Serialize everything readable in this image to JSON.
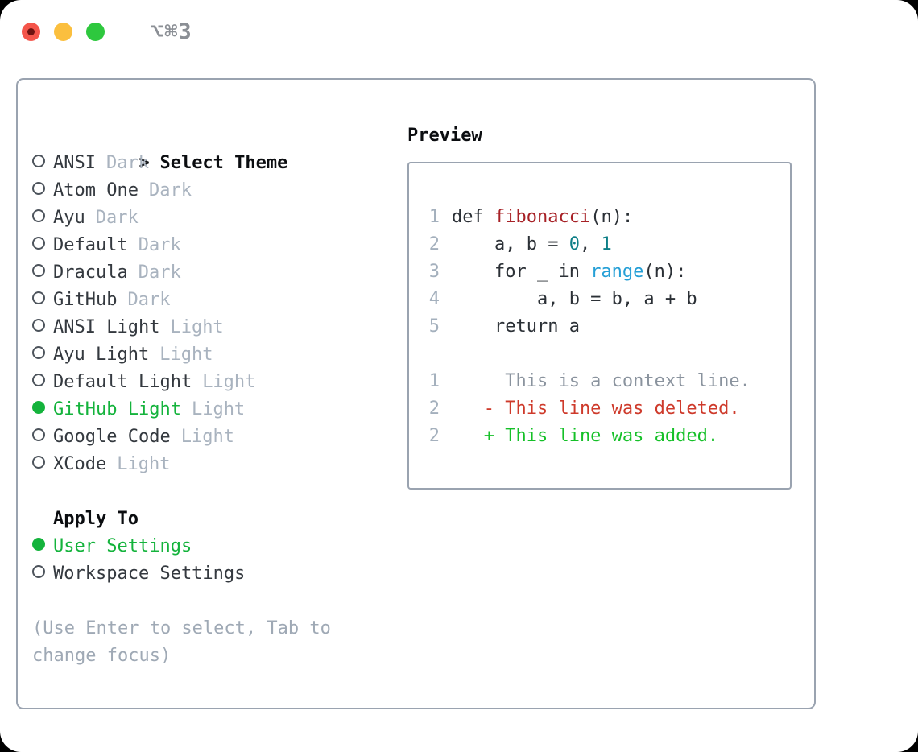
{
  "window": {
    "title_shortcut": "⌥⌘3"
  },
  "colors": {
    "accent_green": "#14b33c",
    "added_green": "#15c028",
    "deleted_red": "#ce3a2b",
    "function_red": "#a72126",
    "number_teal": "#0e7f87",
    "builtin_blue": "#259fd6",
    "muted_gray": "#a9b3bf",
    "border_gray": "#9aa3b0",
    "traffic_red": "#f4554a",
    "traffic_yellow": "#fbbf3e",
    "traffic_green": "#2ec83e"
  },
  "theme_picker": {
    "header_prefix": ">",
    "header": "Select Theme",
    "items": [
      {
        "name": "ANSI",
        "variant": "Dark",
        "selected": false
      },
      {
        "name": "Atom One",
        "variant": "Dark",
        "selected": false
      },
      {
        "name": "Ayu",
        "variant": "Dark",
        "selected": false
      },
      {
        "name": "Default",
        "variant": "Dark",
        "selected": false
      },
      {
        "name": "Dracula",
        "variant": "Dark",
        "selected": false
      },
      {
        "name": "GitHub",
        "variant": "Dark",
        "selected": false
      },
      {
        "name": "ANSI Light",
        "variant": "Light",
        "selected": false
      },
      {
        "name": "Ayu Light",
        "variant": "Light",
        "selected": false
      },
      {
        "name": "Default Light",
        "variant": "Light",
        "selected": false
      },
      {
        "name": "GitHub Light",
        "variant": "Light",
        "selected": true
      },
      {
        "name": "Google Code",
        "variant": "Light",
        "selected": false
      },
      {
        "name": "XCode",
        "variant": "Light",
        "selected": false
      }
    ]
  },
  "apply_to": {
    "header": "Apply To",
    "options": [
      {
        "label": "User Settings",
        "selected": true
      },
      {
        "label": "Workspace Settings",
        "selected": false
      }
    ]
  },
  "help_text": "(Use Enter to select, Tab to change focus)",
  "preview": {
    "header": "Preview",
    "code_lines": [
      {
        "number": "1",
        "segments": [
          {
            "text": "def "
          },
          {
            "text": "fibonacci",
            "color": "function"
          },
          {
            "text": "(n):"
          }
        ]
      },
      {
        "number": "2",
        "segments": [
          {
            "text": "    a, b = "
          },
          {
            "text": "0",
            "color": "number"
          },
          {
            "text": ", "
          },
          {
            "text": "1",
            "color": "number"
          }
        ]
      },
      {
        "number": "3",
        "segments": [
          {
            "text": "    for _ in "
          },
          {
            "text": "range",
            "color": "builtin"
          },
          {
            "text": "(n):"
          }
        ]
      },
      {
        "number": "4",
        "segments": [
          {
            "text": "        a, b = b, a + b"
          }
        ]
      },
      {
        "number": "5",
        "segments": [
          {
            "text": "    return a"
          }
        ]
      }
    ],
    "diff_lines": [
      {
        "number": "1",
        "type": "context",
        "text": "     This is a context line."
      },
      {
        "number": "2",
        "type": "deleted",
        "text": "   - This line was deleted."
      },
      {
        "number": "2",
        "type": "added",
        "text": "   + This line was added."
      }
    ]
  }
}
